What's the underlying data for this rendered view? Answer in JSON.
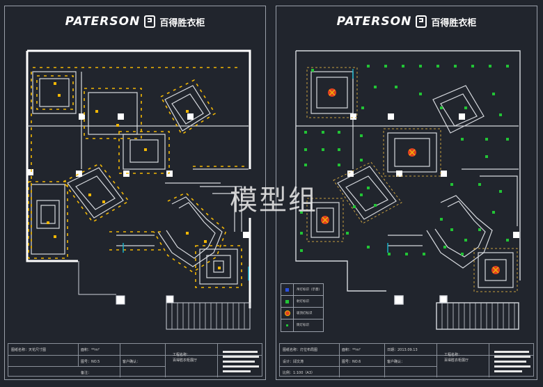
{
  "brand": {
    "name": "PATERSON",
    "cn": "百得胜衣柜"
  },
  "watermark": "模型组",
  "colors": {
    "background": "#21252d",
    "wall": "#ffffff",
    "dim_line": "#c8a040",
    "accent_yellow": "#f2b705",
    "light_green": "#22c436",
    "lamp_red": "#e04020",
    "water_cyan": "#18b0c8"
  },
  "legend": {
    "items": [
      {
        "icon": "blue-square-icon",
        "label": "吊灯标识（示意）"
      },
      {
        "icon": "green-square-icon",
        "label": "射灯标识"
      },
      {
        "icon": "red-cross-circle-icon",
        "label": "吸顶灯标识"
      },
      {
        "icon": "small-green-square-icon",
        "label": "筒灯标识"
      }
    ]
  },
  "left_sheet": {
    "title_block": {
      "drawing_name": "图纸名称：天花尺寸图",
      "area": "面积：**m²",
      "number": "图号：NO.5",
      "client": "客户确认：",
      "remark": "备注：",
      "project": "工程名称：",
      "project_value": "百得胜衣柜展厅"
    }
  },
  "right_sheet": {
    "title_block": {
      "drawing_name": "图纸名称：灯位布局图",
      "area": "面积：**m²",
      "date": "日期：2013.09.13",
      "designer": "设计：邱文涛",
      "number": "图号：NO.6",
      "client": "客户确认：",
      "scale": "比例：1:100（A3）",
      "project": "工程名称：",
      "project_value": "百得胜衣柜展厅"
    }
  }
}
